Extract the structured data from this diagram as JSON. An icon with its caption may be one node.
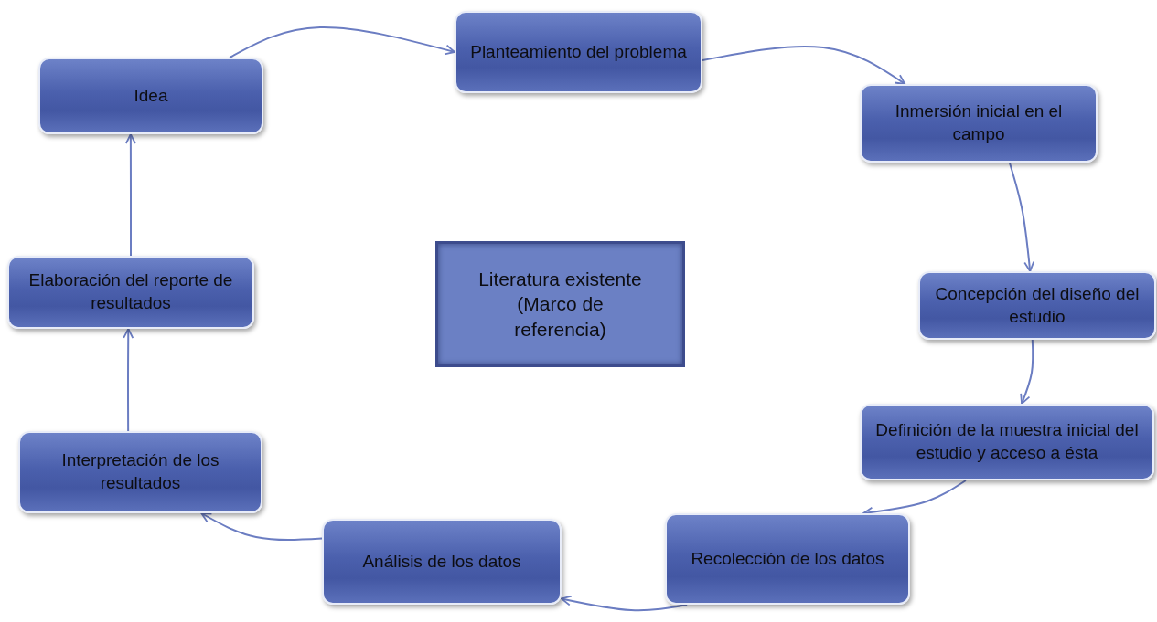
{
  "diagram": {
    "nodes": [
      {
        "text": [
          "Idea"
        ]
      },
      {
        "text": [
          "Planteamiento del problema"
        ]
      },
      {
        "text": [
          "Inmersión inicial en el campo"
        ]
      },
      {
        "text": [
          "Concepción del diseño del estudio"
        ]
      },
      {
        "text": [
          "Definición de la muestra inicial del estudio y acceso a ésta"
        ]
      },
      {
        "text": [
          "Recolección de los datos"
        ]
      },
      {
        "text": [
          "Análisis de los datos"
        ]
      },
      {
        "text": [
          "Interpretación de los resultados"
        ]
      },
      {
        "text": [
          "Elaboración del reporte de resultados"
        ]
      },
      {
        "text": [
          "Literatura existente (Marco de referencia)"
        ]
      }
    ],
    "edges": [
      {
        "from": 0,
        "to": 1,
        "arrow": "to"
      },
      {
        "from": 1,
        "to": 2,
        "arrow": "to"
      },
      {
        "from": 2,
        "to": 3,
        "arrow": "to"
      },
      {
        "from": 3,
        "to": 4,
        "arrow": "to"
      },
      {
        "from": 4,
        "to": 5,
        "arrow": "to"
      },
      {
        "from": 5,
        "to": 6,
        "arrow": "to"
      },
      {
        "from": 6,
        "to": 7,
        "arrow": "to"
      },
      {
        "from": 7,
        "to": 8,
        "arrow": "to"
      },
      {
        "from": 8,
        "to": 0,
        "arrow": "to"
      }
    ]
  }
}
